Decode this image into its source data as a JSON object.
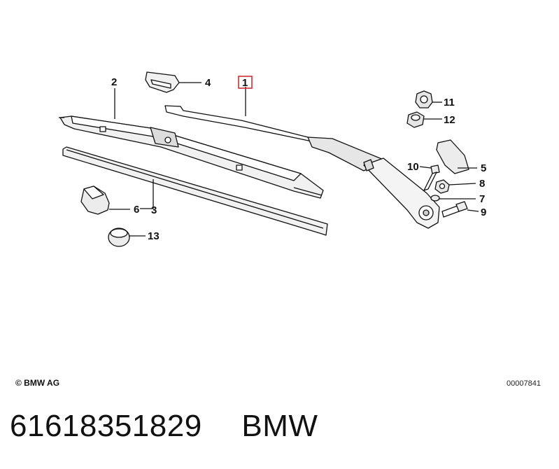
{
  "diagram": {
    "callouts": [
      {
        "id": "1",
        "label": "1",
        "highlighted": true
      },
      {
        "id": "2",
        "label": "2"
      },
      {
        "id": "3",
        "label": "3"
      },
      {
        "id": "4",
        "label": "4"
      },
      {
        "id": "5",
        "label": "5"
      },
      {
        "id": "6",
        "label": "6"
      },
      {
        "id": "7",
        "label": "7"
      },
      {
        "id": "8",
        "label": "8"
      },
      {
        "id": "9",
        "label": "9"
      },
      {
        "id": "10",
        "label": "10"
      },
      {
        "id": "11",
        "label": "11"
      },
      {
        "id": "12",
        "label": "12"
      },
      {
        "id": "13",
        "label": "13"
      }
    ],
    "highlight_color": "#d0202a"
  },
  "footer": {
    "copyright": "© BMW AG",
    "image_code": "00007841"
  },
  "caption": {
    "part_number": "61618351829",
    "brand": "BMW"
  }
}
